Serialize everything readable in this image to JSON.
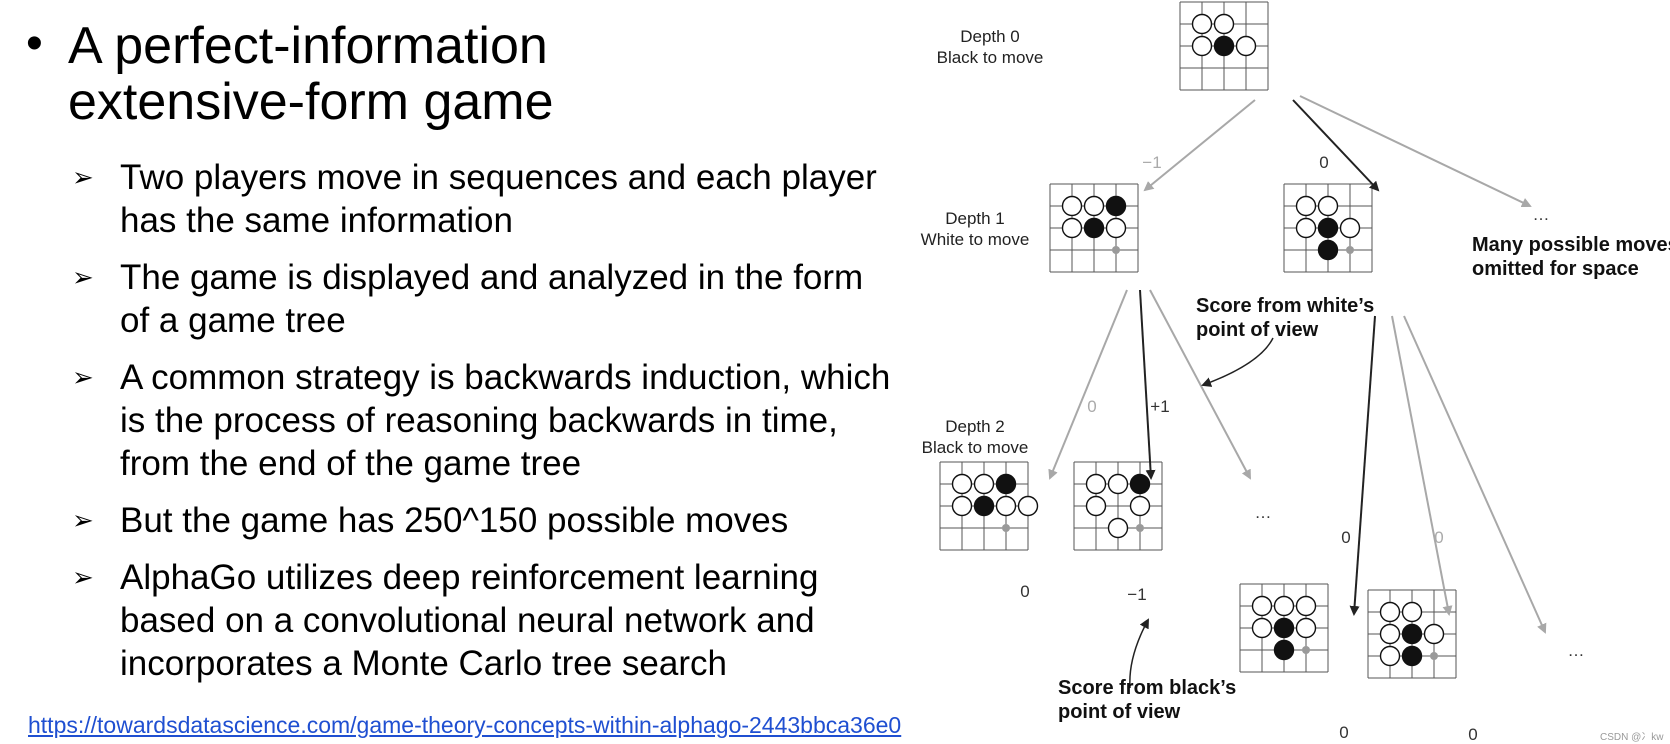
{
  "slide": {
    "title_bullet": "•",
    "title": "A perfect-information\nextensive-form game",
    "bullet_marker": "➢",
    "bullets": [
      "Two players move in sequences and each player has the same information",
      "The game is displayed and analyzed in the form of a game tree",
      "A common strategy is backwards induction, which is the process of reasoning backwards in time, from the end of the game tree",
      "But the game has 250^150 possible moves",
      "AlphaGo utilizes deep reinforcement learning based on a convolutional neural network and incorporates a Monte Carlo tree search"
    ],
    "source_link": "https://towardsdatascience.com/game-theory-concepts-within-alphago-2443bbca36e0"
  },
  "diagram": {
    "depth_labels": [
      {
        "line1": "Depth 0",
        "line2": "Black to move"
      },
      {
        "line1": "Depth 1",
        "line2": "White to move"
      },
      {
        "line1": "Depth 2",
        "line2": "Black to move"
      }
    ],
    "notes": {
      "omitted_line1": "Many possible moves",
      "omitted_line2": "omitted for space",
      "white_view_line1": "Score from white’s",
      "white_view_line2": "point of view",
      "black_view_line1": "Score from black’s",
      "black_view_line2": "point of view"
    },
    "ellipsis": "…",
    "edge_scores": {
      "root_left": "−1",
      "root_mid": "0",
      "d1_left_a": "0",
      "d1_left_b": "+1",
      "d1_right_a": "0",
      "d1_right_b": "0"
    },
    "leaf_scores": {
      "leaf1": "0",
      "leaf2": "−1",
      "leaf3": "0",
      "leaf4": "0"
    },
    "colors": {
      "arrow_dark": "#222222",
      "arrow_grey": "#a8a8a8",
      "grid": "#555555"
    }
  },
  "watermark": "CSDN @冫kw"
}
